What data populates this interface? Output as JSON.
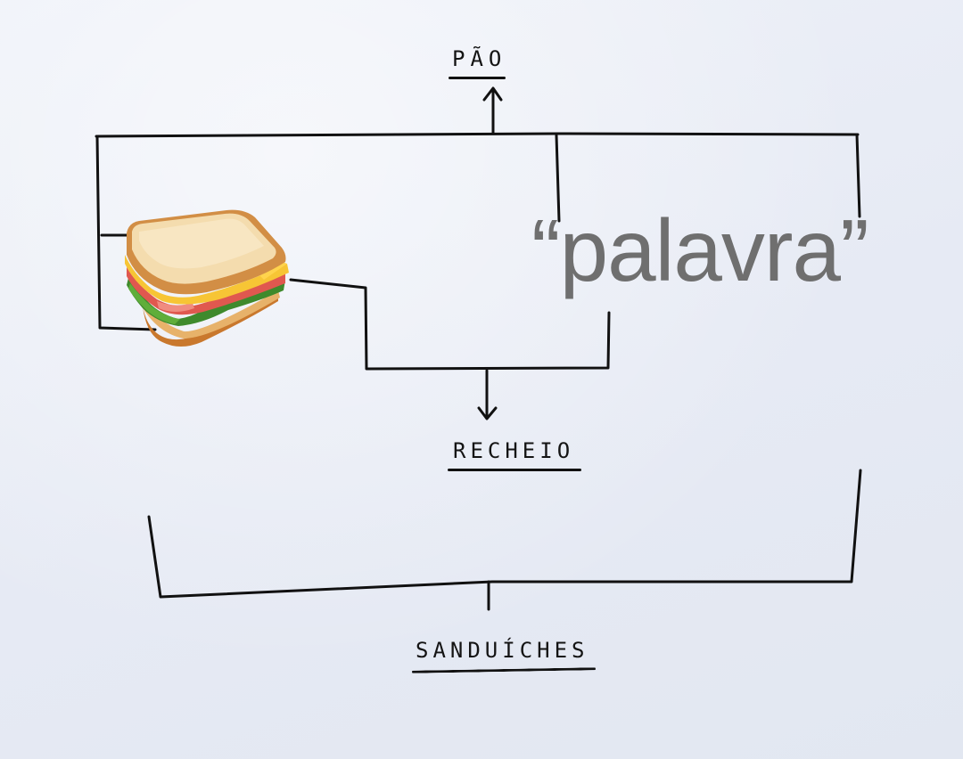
{
  "labels": {
    "pao": "PÃO",
    "recheio": "RECHEIO",
    "sanduiches": "SANDUÍCHES"
  },
  "word": {
    "open_quote": "“",
    "text": "palavra",
    "close_quote": "”"
  },
  "icons": {
    "sandwich": "sandwich-icon"
  },
  "colors": {
    "ink": "#111111",
    "word_gray": "#6f6f6f",
    "paper": "#e9edf6"
  }
}
